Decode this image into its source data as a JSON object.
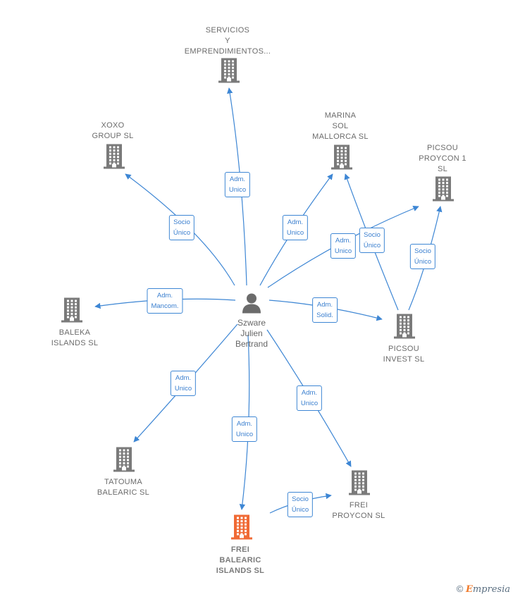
{
  "colors": {
    "edge": "#3d86d4",
    "company": "#7a7a7a",
    "highlight": "#f06a35",
    "person": "#6b6b6b"
  },
  "person": {
    "id": "szware",
    "label": "Szware\nJulien\nBertrand"
  },
  "companies": [
    {
      "id": "servicios",
      "label": "SERVICIOS\nY\nEMPRENDIMIENTOS...",
      "highlight": false
    },
    {
      "id": "xoxo",
      "label": "XOXO\nGROUP  SL",
      "highlight": false
    },
    {
      "id": "marina",
      "label": "MARINA\nSOL\nMALLORCA  SL",
      "highlight": false
    },
    {
      "id": "picsou1",
      "label": "PICSOU\nPROYCON 1\nSL",
      "highlight": false
    },
    {
      "id": "baleka",
      "label": "BALEKA\nISLANDS  SL",
      "highlight": false
    },
    {
      "id": "picsouinvest",
      "label": "PICSOU\nINVEST  SL",
      "highlight": false
    },
    {
      "id": "tatouma",
      "label": "TATOUMA\nBALEARIC SL",
      "highlight": false
    },
    {
      "id": "freiproycon",
      "label": "FREI\nPROYCON  SL",
      "highlight": false
    },
    {
      "id": "freibalearic",
      "label": "FREI\nBALEARIC\nISLANDS  SL",
      "highlight": true
    }
  ],
  "relations": [
    {
      "from": "szware",
      "to": "servicios",
      "label": "Adm.\nUnico"
    },
    {
      "from": "szware",
      "to": "xoxo",
      "label": "Socio\nÚnico"
    },
    {
      "from": "szware",
      "to": "marina",
      "label": "Adm.\nUnico"
    },
    {
      "from": "szware",
      "to": "picsou1",
      "label": "Adm.\nUnico"
    },
    {
      "from": "szware",
      "to": "baleka",
      "label": "Adm.\nMancom."
    },
    {
      "from": "szware",
      "to": "picsouinvest",
      "label": "Adm.\nSolid."
    },
    {
      "from": "szware",
      "to": "tatouma",
      "label": "Adm.\nUnico"
    },
    {
      "from": "szware",
      "to": "freibalearic",
      "label": "Adm.\nUnico"
    },
    {
      "from": "szware",
      "to": "freiproycon",
      "label": "Adm.\nUnico"
    },
    {
      "from": "picsouinvest",
      "to": "marina",
      "label": "Socio\nÚnico"
    },
    {
      "from": "picsouinvest",
      "to": "picsou1",
      "label": "Socio\nÚnico"
    },
    {
      "from": "freibalearic",
      "to": "freiproycon",
      "label": "Socio\nÚnico"
    }
  ],
  "brand": {
    "symbol": "©",
    "initial": "E",
    "rest": "mpresia"
  }
}
